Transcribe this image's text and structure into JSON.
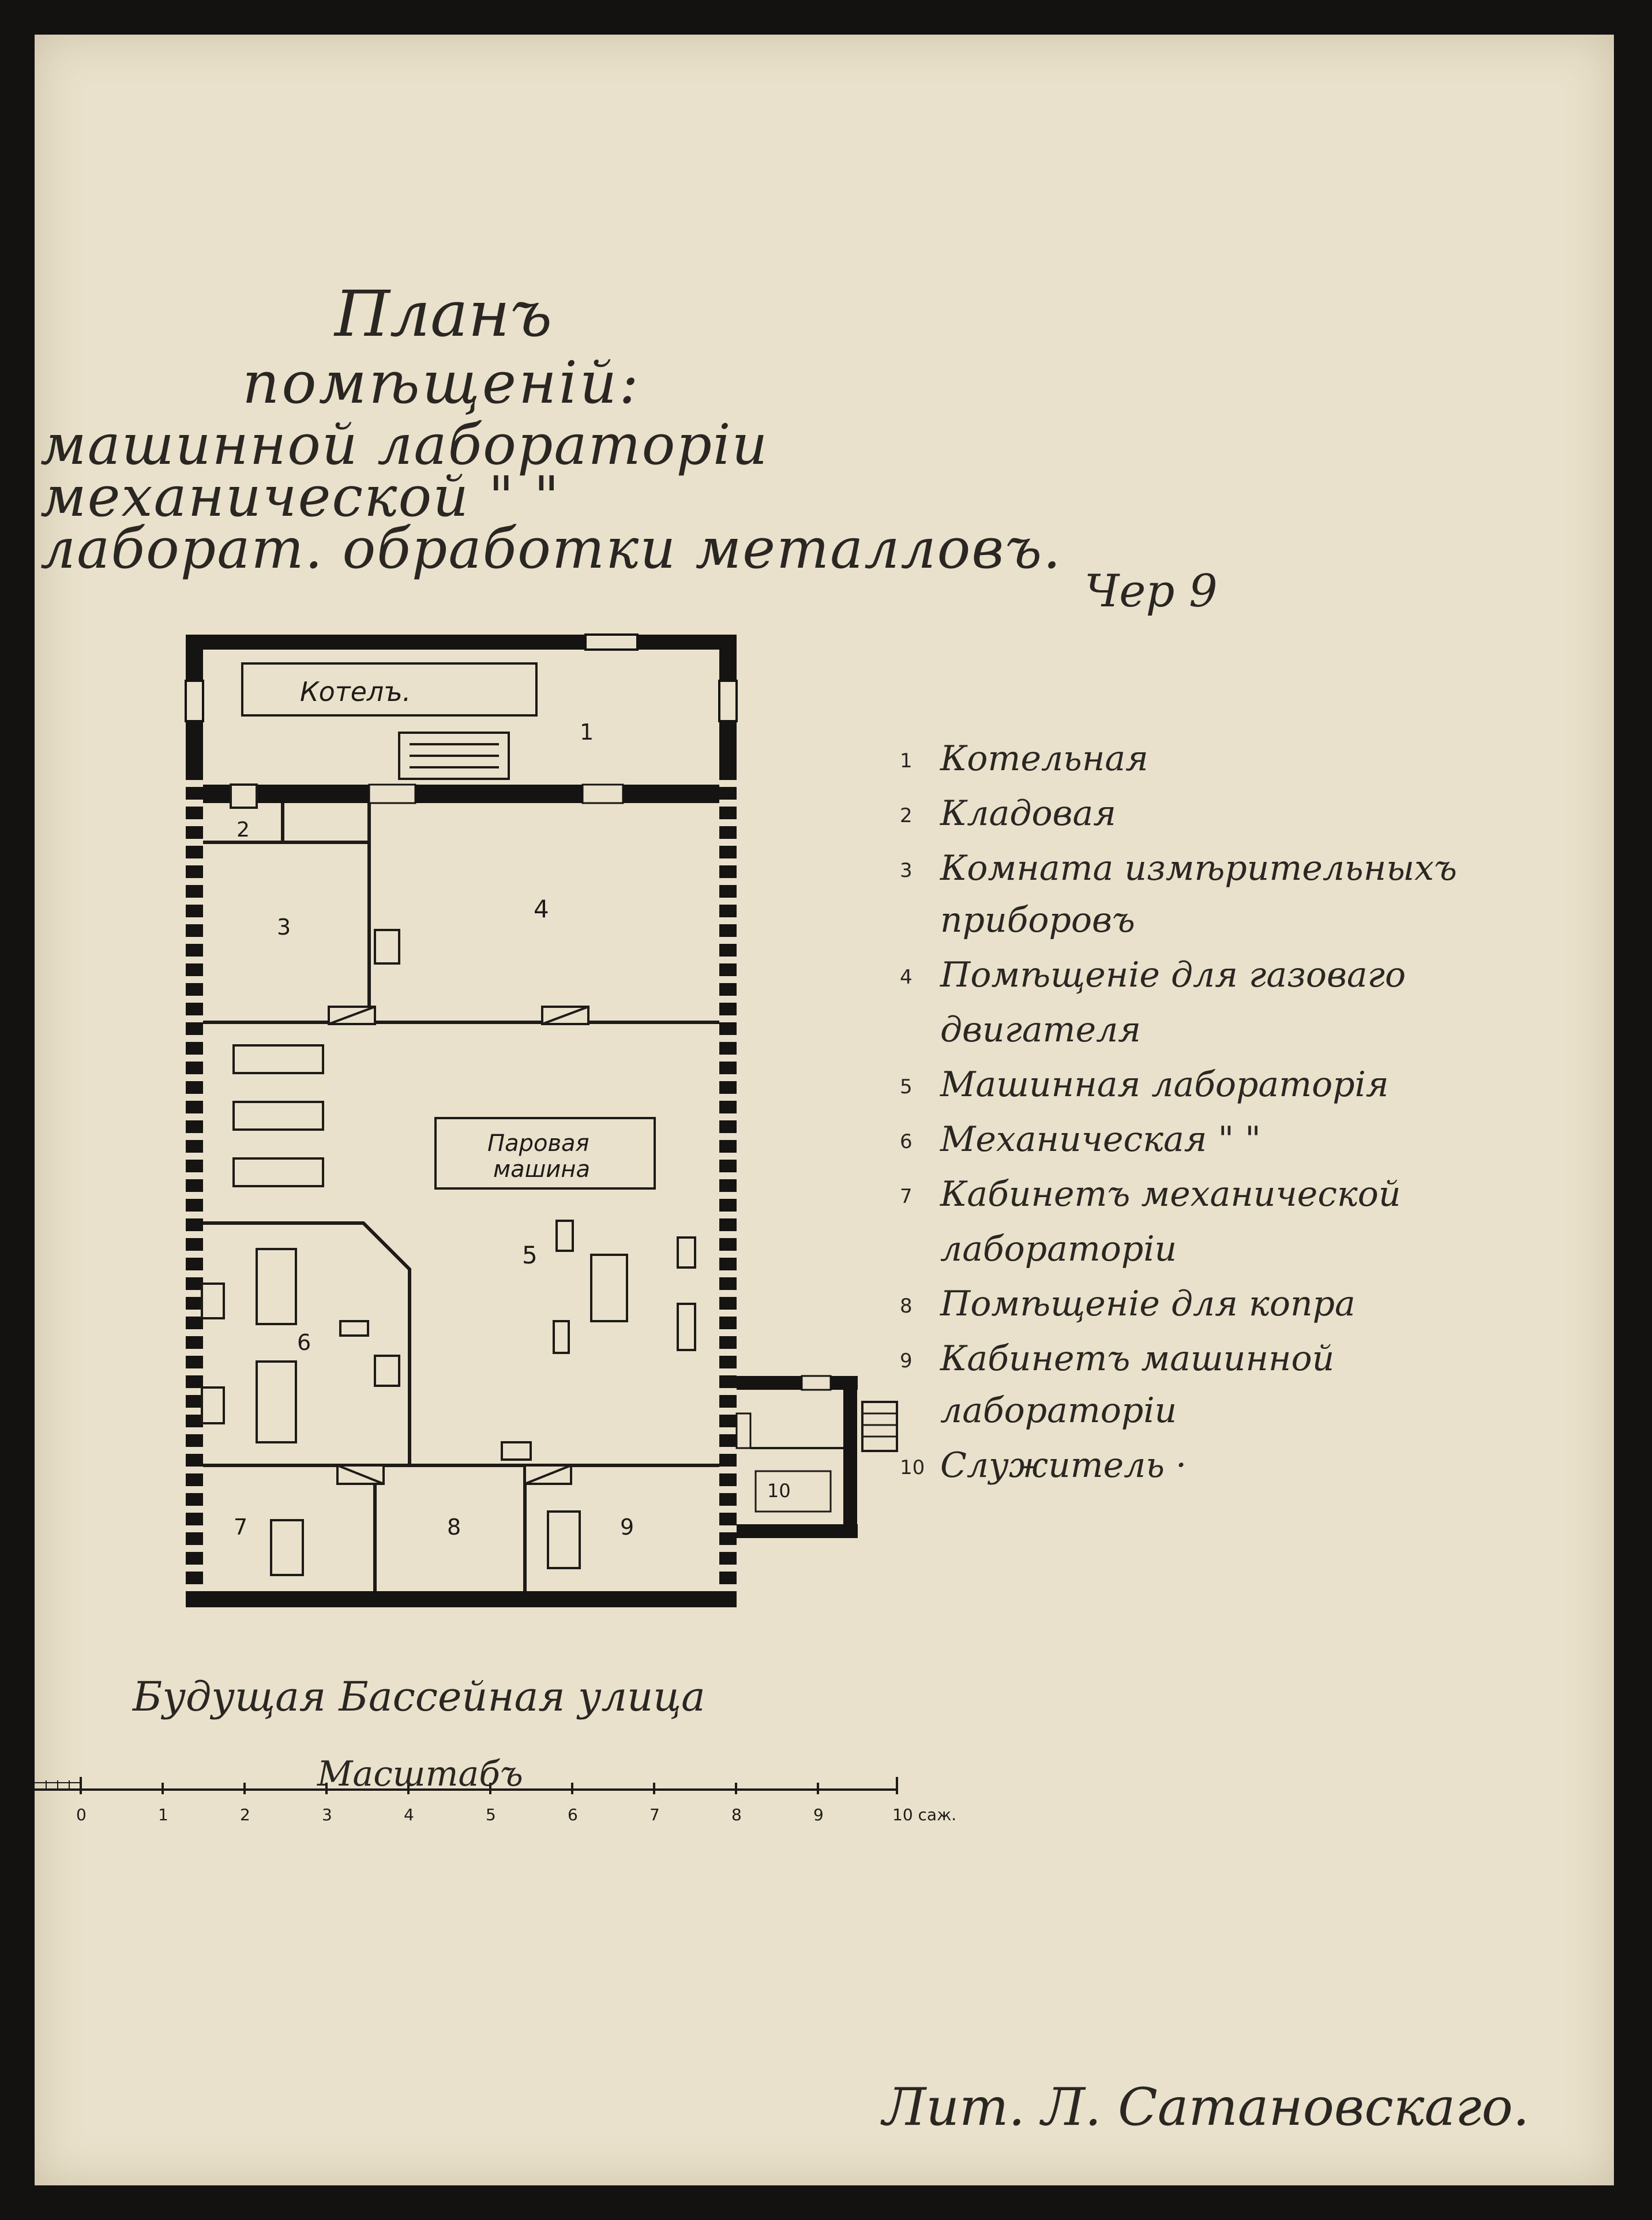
{
  "title": {
    "line1": "Планъ",
    "line2": "помѣщеній:",
    "line3": "машинной лабораторіи",
    "line4": "механической   \"     \"",
    "line5": "лаборат. обработки металловъ."
  },
  "sheet_number": "Чер 9",
  "plan_labels": {
    "boiler": "Котелъ.",
    "steam_engine_l1": "Паровая",
    "steam_engine_l2": "машина",
    "rooms": [
      "1",
      "2",
      "3",
      "4",
      "5",
      "6",
      "7",
      "8",
      "9",
      "10"
    ]
  },
  "legend": [
    {
      "num": "1",
      "text": "Котельная"
    },
    {
      "num": "2",
      "text": "Кладовая"
    },
    {
      "num": "3",
      "text": "Комната измѣрительныхъ",
      "cont": "приборовъ"
    },
    {
      "num": "4",
      "text": "Помѣщеніе для газоваго",
      "cont": "двигателя"
    },
    {
      "num": "5",
      "text": "Машинная лабораторія"
    },
    {
      "num": "6",
      "text": "Механическая  \"    \""
    },
    {
      "num": "7",
      "text": "Кабинетъ механической",
      "cont": "лабораторіи"
    },
    {
      "num": "8",
      "text": "Помѣщеніе для копра"
    },
    {
      "num": "9",
      "text": "Кабинетъ машинной",
      "cont": "лабораторіи"
    },
    {
      "num": "10",
      "text": "Служитель ·"
    }
  ],
  "street": "Будущая Бассейная улица",
  "scale": {
    "label": "Масштабъ",
    "ticks": [
      "0",
      "1",
      "2",
      "3",
      "4",
      "5",
      "6",
      "7",
      "8",
      "9",
      "10 саж."
    ]
  },
  "signature": "Лит. Л. Сатановскаго."
}
